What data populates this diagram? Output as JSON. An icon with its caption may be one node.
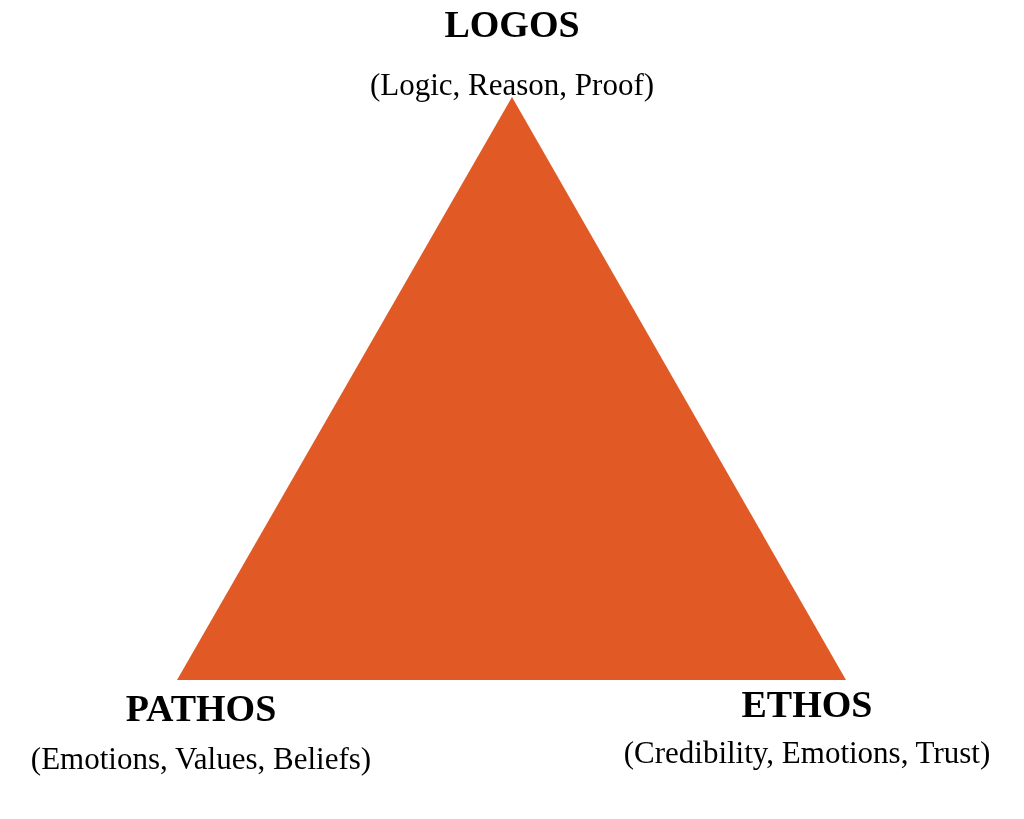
{
  "diagram": {
    "nodes": [
      {
        "text": [],
        "shape": "triangle"
      }
    ],
    "labels": [
      "LOGOS",
      "(Logic, Reason, Proof)",
      "PATHOS",
      "(Emotions, Values, Beliefs)",
      "ETHOS",
      "(Credibility, Emotions, Trust)"
    ]
  }
}
